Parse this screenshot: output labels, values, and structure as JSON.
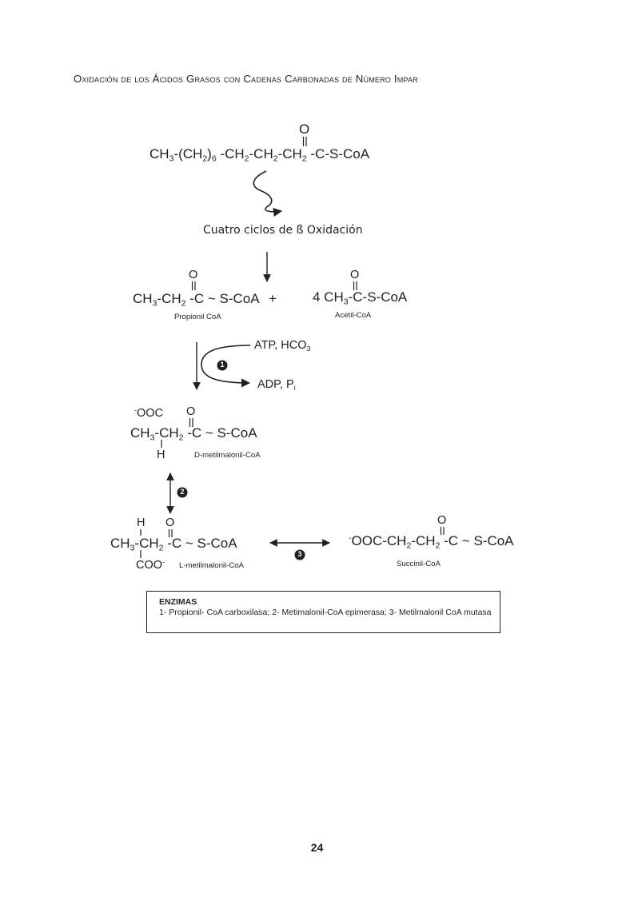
{
  "title": "Oxidación de los Ácidos Grasos con Cadenas Carbonadas de Número Impar",
  "substrate": {
    "carbonyl_o": "O",
    "p1": "CH",
    "s1": "3",
    "p2": "-(CH",
    "s2": "2",
    "p3": ")",
    "s3": "6",
    "p4": " -CH",
    "s4": "2",
    "p5": "-CH",
    "s5": "2",
    "p6": "-CH",
    "s6": "2",
    "p7": " -C-S-CoA"
  },
  "beta_oxidation_label": "Cuatro ciclos de ß Oxidación",
  "propionyl": {
    "carbonyl_o": "O",
    "p1": "CH",
    "s1": "3",
    "p2": "-CH",
    "s2": "2",
    "p3": " -C ~ S-CoA",
    "name": "Propionil CoA"
  },
  "plus_sign": "+",
  "acetyl": {
    "carbonyl_o": "O",
    "p1": "4 CH",
    "s1": "3",
    "p2": "-C-S-CoA",
    "name": "Acetil-CoA"
  },
  "step1": {
    "number": "1",
    "input_main": "ATP, HCO",
    "input_sub": "3",
    "output_main": "ADP, P",
    "output_sub": "i"
  },
  "d_methylmalonyl": {
    "carboxyl_sup": "-",
    "carboxyl": "OOC",
    "carbonyl_o": "O",
    "p1": "CH",
    "s1": "3",
    "p2": "-CH",
    "s2": "2",
    "p3": " -C ~ S-CoA",
    "h": "H",
    "name": "D-metilmalonil-CoA"
  },
  "step2": {
    "number": "2"
  },
  "l_methylmalonyl": {
    "h": "H",
    "carbonyl_o": "O",
    "p1": "CH",
    "s1": "3",
    "p2": "-CH",
    "s2": "2",
    "p3": " -C ~ S-CoA",
    "carboxyl": "COO",
    "carboxyl_sup": "-",
    "name": "L-metilmalonil-CoA"
  },
  "step3": {
    "number": "3"
  },
  "succinyl": {
    "carbonyl_o": "O",
    "sup": "-",
    "p1": "OOC-CH",
    "s1": "2",
    "p2": "-CH",
    "s2": "2",
    "p3": " -C ~ S-CoA",
    "name": "Succinil-CoA"
  },
  "enzymes": {
    "heading": "ENZIMAS",
    "list": "1- Propionil- CoA carboxilasa; 2- Metimalonil-CoA epimerasa; 3- Metilmalonil CoA mutasa"
  },
  "page_number": "24",
  "colors": {
    "ink": "#231f20",
    "badge": "#231f20",
    "badge_text": "#ffffff"
  }
}
